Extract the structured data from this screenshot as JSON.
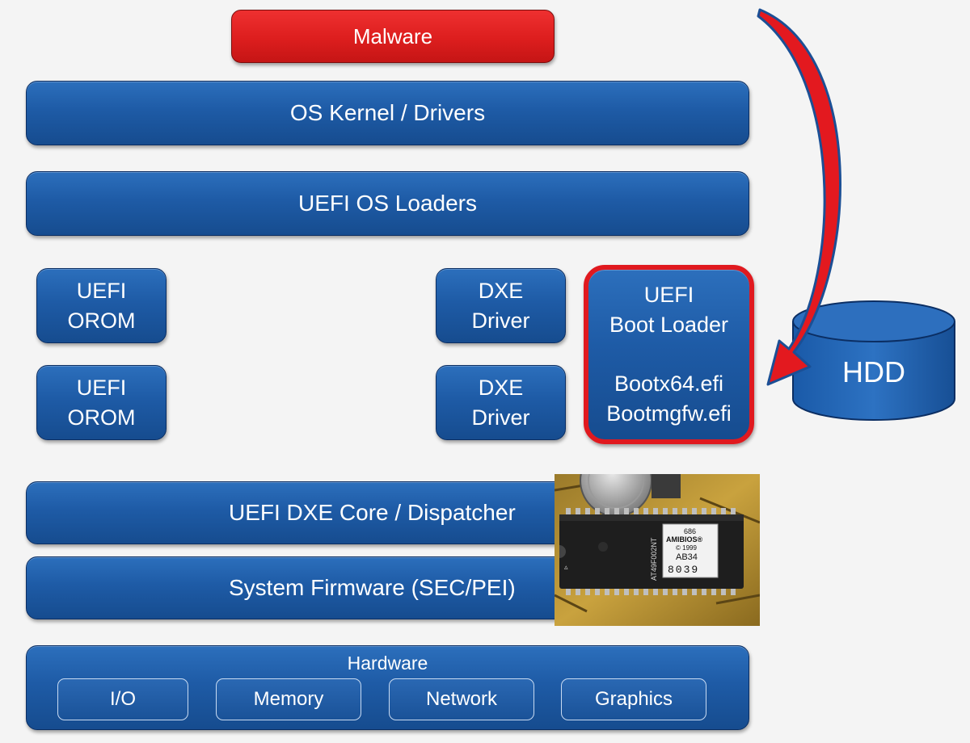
{
  "malware": "Malware",
  "layers": {
    "os_kernel": "OS Kernel / Drivers",
    "uefi_os_loaders": "UEFI OS Loaders",
    "dxe_core": "UEFI DXE Core / Dispatcher",
    "system_firmware": "System Firmware (SEC/PEI)"
  },
  "orom": [
    "UEFI",
    "OROM"
  ],
  "dxe_driver": [
    "DXE",
    "Driver"
  ],
  "boot_loader": {
    "line1": "UEFI",
    "line2": "Boot Loader",
    "file1": "Bootx64.efi",
    "file2": "Bootmgfw.efi"
  },
  "hdd": "HDD",
  "chip": {
    "line1": "686",
    "line2": "AMIBIOS®",
    "line3": "© 1999",
    "line4": "AB34",
    "line5": "8039",
    "side": "AT49F002NT"
  },
  "hardware": {
    "title": "Hardware",
    "items": [
      "I/O",
      "Memory",
      "Network",
      "Graphics"
    ]
  },
  "colors": {
    "box_blue": "#1e5ba6",
    "malware_red": "#dd1e1e",
    "highlight_red": "#e0191f",
    "background": "#f4f4f4"
  }
}
